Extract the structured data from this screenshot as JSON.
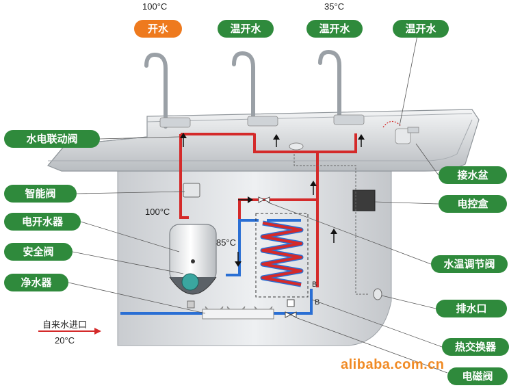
{
  "top": {
    "temp_boil": "100°C",
    "temp_warm": "35°C",
    "tap_boil": "开水",
    "tap_warm_1": "温开水",
    "tap_warm_2": "温开水",
    "tap_warm_3": "温开水"
  },
  "left_labels": {
    "linked_valve": "水电联动阀",
    "smart_valve": "智能阀",
    "boiler": "电开水器",
    "safety_valve": "安全阀",
    "purifier": "净水器"
  },
  "right_labels": {
    "basin": "接水盆",
    "control_box": "电控盒",
    "temp_valve": "水温调节阀",
    "drain": "排水口",
    "heat_exchanger": "热交换器",
    "solenoid": "电磁阀"
  },
  "inline": {
    "temp_100": "100°C",
    "temp_85": "85°C",
    "inlet": "自来水进口",
    "inlet_temp": "20°C",
    "marker_b1": "B",
    "marker_b2": "B"
  },
  "watermark": "alibaba.com.cn",
  "colors": {
    "label_green": "#2f8a3c",
    "label_orange": "#ee7a1e",
    "hot_pipe": "#d42a2a",
    "cold_pipe": "#2a6fd4",
    "steel": "#d9dcdf"
  }
}
